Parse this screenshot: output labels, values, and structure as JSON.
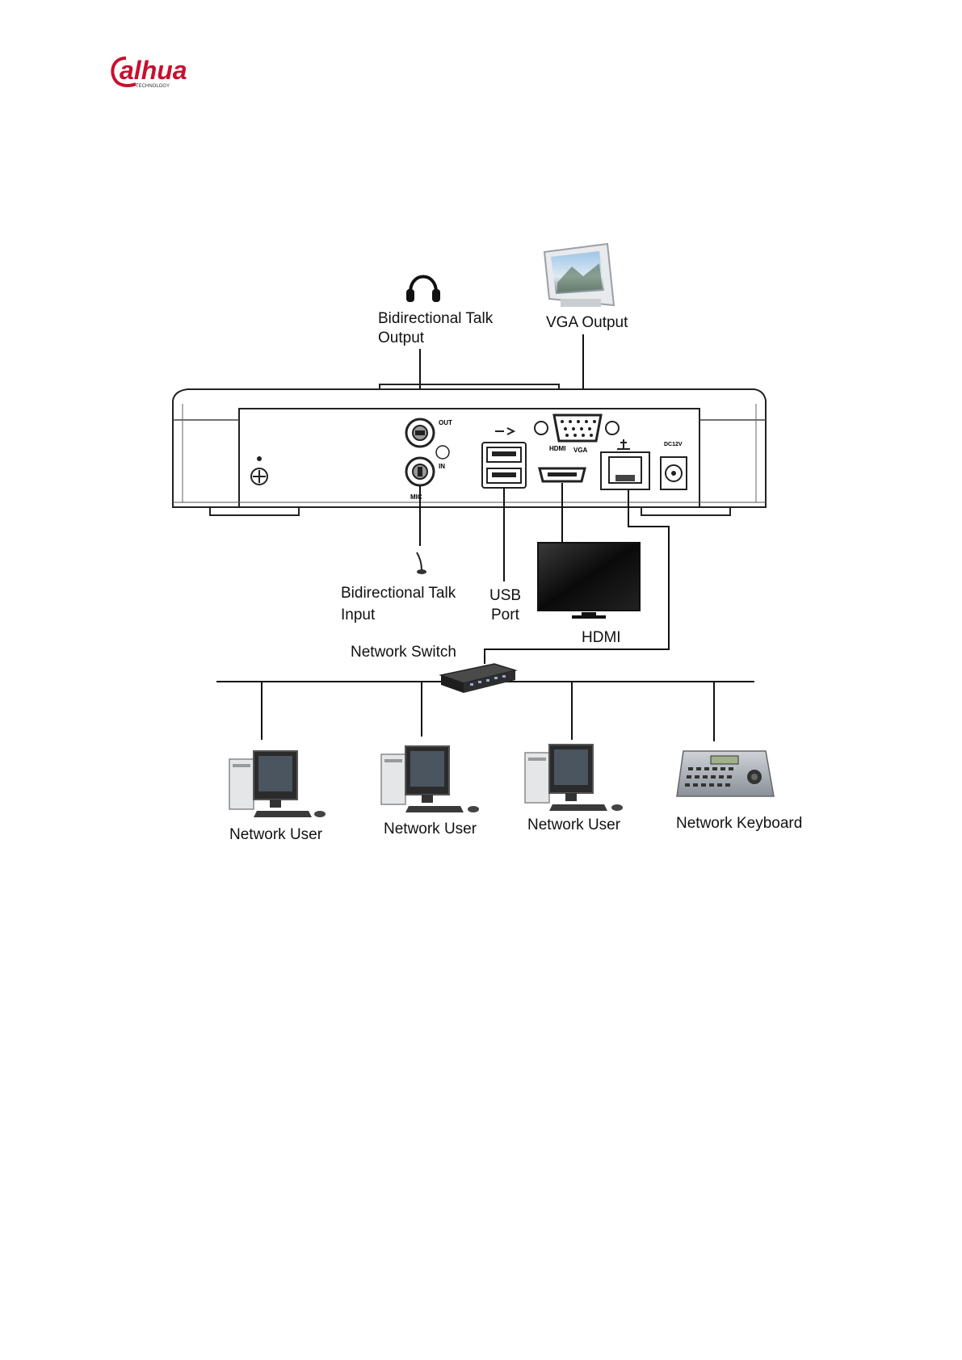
{
  "logo": {
    "wordmark": "alhua",
    "tagline": "TECHNOLOGY",
    "brand_color": "#c8102e"
  },
  "labels": {
    "talk_output_line1": "Bidirectional Talk",
    "talk_output_line2": "Output",
    "vga_output": "VGA Output",
    "talk_input_line1": "Bidirectional Talk",
    "talk_input_line2": "Input",
    "usb_line1": "USB",
    "usb_line2": "Port",
    "hdmi": "HDMI",
    "network_switch": "Network Switch",
    "network_user_1": "Network User",
    "network_user_2": "Network User",
    "network_user_3": "Network User",
    "network_keyboard": "Network Keyboard"
  },
  "panel_marks": {
    "out": "OUT",
    "in": "IN",
    "mic": "MIC",
    "vga": "VGA",
    "hdmi": "HDMI",
    "dc": "DC12V"
  },
  "icons": {
    "headphones": "headphones-icon",
    "monitor_crt": "crt-monitor-icon",
    "microphone": "microphone-icon",
    "tv": "flat-tv-icon",
    "switch": "network-switch-icon",
    "pc": "desktop-pc-icon",
    "keyboard": "control-keyboard-icon"
  }
}
